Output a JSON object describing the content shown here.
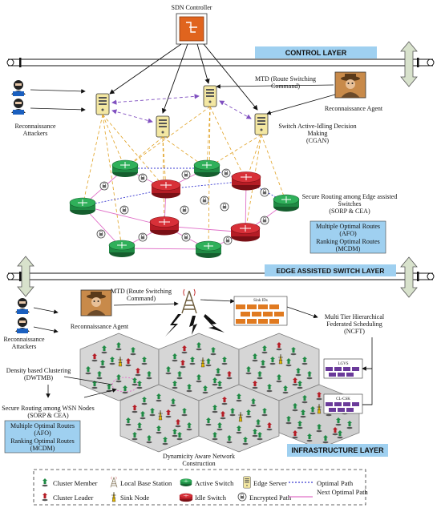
{
  "controller": {
    "label": "SDN Controller"
  },
  "layers": {
    "control": "CONTROL LAYER",
    "edge": "EDGE ASSISTED SWITCH LAYER",
    "infrastructure": "INFRASTRUCTURE LAYER"
  },
  "control_section": {
    "attackers_label": [
      "Reconnaissance",
      "Attackers"
    ],
    "mtd_label": [
      "MTD (Route Switching",
      "Command)"
    ],
    "agent_label": "Reconnaissance Agent",
    "decision_label": [
      "Switch Active-Idling Decision",
      "Making",
      "(CGAN)"
    ],
    "secure_routing_label": [
      "Secure Routing among Edge assisted",
      "Switches",
      "(SORP & CEA)"
    ],
    "box_lines": [
      "Multiple Optimal Routes",
      "(AFO)",
      "Ranking Optimal Routes",
      "(MCDM)"
    ]
  },
  "edge_section": {
    "mtd_label": [
      "MTD (Route Switching",
      "Command)"
    ],
    "agent_label": "Reconnaissance Agent",
    "attackers_label": [
      "Reconnaissance",
      "Attackers"
    ],
    "sink_ids_label": "Sink IDs",
    "lgvs_label": "LGVS",
    "clcsk_label": "CL-CSK",
    "scheduling_label": [
      "Multi Tier Hierarchical",
      "Federated Scheduling",
      "(NCFT)"
    ]
  },
  "infra_section": {
    "clustering_label": [
      "Density based Clustering",
      "(DWTMB)"
    ],
    "wsn_routing_label": [
      "Secure Routing among WSN Nodes",
      "(SORP & CEA)"
    ],
    "box_lines": [
      "Multiple Optimal Routes",
      "(AFO)",
      "Ranking Optimal Routes",
      "(MCDM)"
    ],
    "construction_label": [
      "Dynamicity Aware Network",
      "Construction"
    ]
  },
  "legend": {
    "items": [
      "Cluster Member",
      "Local Base Station",
      "Active Switch",
      "Edge Server",
      "Optimal Path",
      "Cluster Leader",
      "Sink Node",
      "Idle Switch",
      "Encrypted Path",
      "Next Optimal Path"
    ]
  },
  "colors": {
    "layer_bar": "#9fd0f0",
    "info_box": "#9fd0f0",
    "active_switch": "#1f8a44",
    "idle_switch": "#c0202a",
    "edge_server": "#f3e7a2",
    "optimal_path": "#3a3ad0",
    "next_optimal_path": "#e070c8",
    "encrypted_link": "#e0a020"
  }
}
